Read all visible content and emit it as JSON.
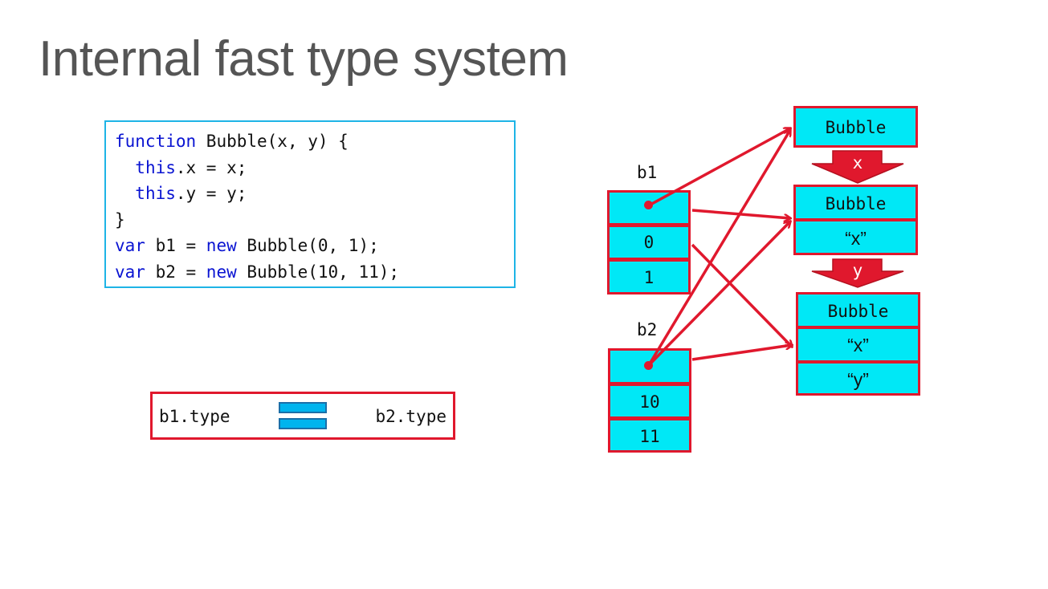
{
  "title": "Internal fast type system",
  "code": {
    "lines": [
      [
        {
          "t": "function",
          "kw": true
        },
        {
          "t": " Bubble(x, y) {",
          "kw": false
        }
      ],
      [
        {
          "t": "  ",
          "kw": false
        },
        {
          "t": "this",
          "kw": true
        },
        {
          "t": ".x = x;",
          "kw": false
        }
      ],
      [
        {
          "t": "  ",
          "kw": false
        },
        {
          "t": "this",
          "kw": true
        },
        {
          "t": ".y = y;",
          "kw": false
        }
      ],
      [
        {
          "t": "}",
          "kw": false
        }
      ],
      [
        {
          "t": "var",
          "kw": true
        },
        {
          "t": " b1 = ",
          "kw": false
        },
        {
          "t": "new",
          "kw": true
        },
        {
          "t": " Bubble(0, 1);",
          "kw": false
        }
      ],
      [
        {
          "t": "var",
          "kw": true
        },
        {
          "t": " b2 = ",
          "kw": false
        },
        {
          "t": "new",
          "kw": true
        },
        {
          "t": " Bubble(10, 11);",
          "kw": false
        }
      ]
    ]
  },
  "objects": {
    "b1": {
      "label": "b1",
      "cells": [
        "",
        "0",
        "1"
      ]
    },
    "b2": {
      "label": "b2",
      "cells": [
        "",
        "10",
        "11"
      ]
    }
  },
  "hidden_classes": {
    "hc0": {
      "cells": [
        "Bubble"
      ]
    },
    "hc1": {
      "cells": [
        "Bubble",
        "“x”"
      ]
    },
    "hc2": {
      "cells": [
        "Bubble",
        "“x”",
        "“y”"
      ]
    }
  },
  "transitions": {
    "x": "x",
    "y": "y"
  },
  "comparison": {
    "left": "b1.type",
    "right": "b2.type"
  },
  "colors": {
    "cell_fill": "#00E8F6",
    "red": "#E0182D",
    "code_border": "#1EB4E6",
    "keyword": "#0A14D2",
    "title": "#555555"
  }
}
